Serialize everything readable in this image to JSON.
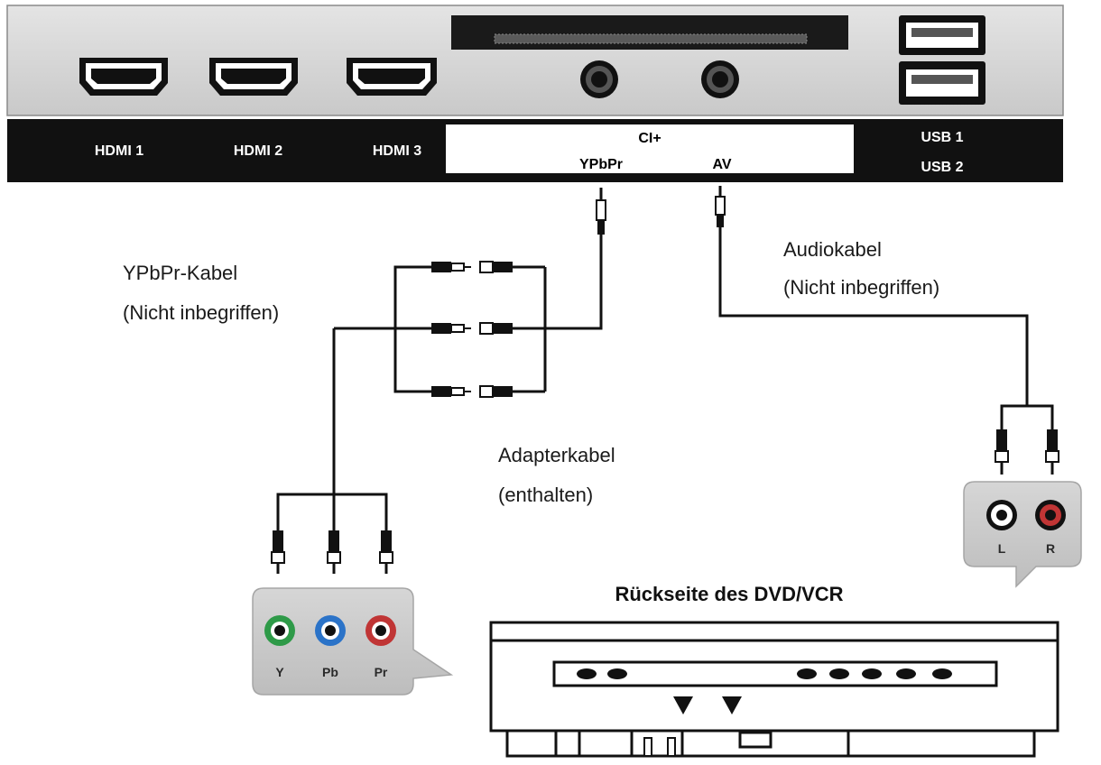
{
  "tv_panel": {
    "ports": {
      "hdmi1": "HDMI 1",
      "hdmi2": "HDMI 2",
      "hdmi3": "HDMI 3",
      "ci": "CI+",
      "ypbpr": "YPbPr",
      "av": "AV",
      "usb1": "USB 1",
      "usb2": "USB 2"
    }
  },
  "labels": {
    "ypbpr_cable": [
      "YPbPr-Kabel",
      "(Nicht inbegriffen)"
    ],
    "audio_cable": [
      "Audiokabel",
      "(Nicht inbegriffen)"
    ],
    "adapter_cable": [
      "Adapterkabel",
      "(enthalten)"
    ],
    "dvd_title": "Rückseite des DVD/VCR"
  },
  "jacks": {
    "component": [
      "Y",
      "Pb",
      "Pr"
    ],
    "audio": [
      "L",
      "R"
    ]
  },
  "colors": {
    "y_jack": "#2e9a48",
    "pb_jack": "#2b73c8",
    "pr_jack": "#c03535",
    "audio_l": "#ffffff",
    "audio_r": "#c03535"
  }
}
